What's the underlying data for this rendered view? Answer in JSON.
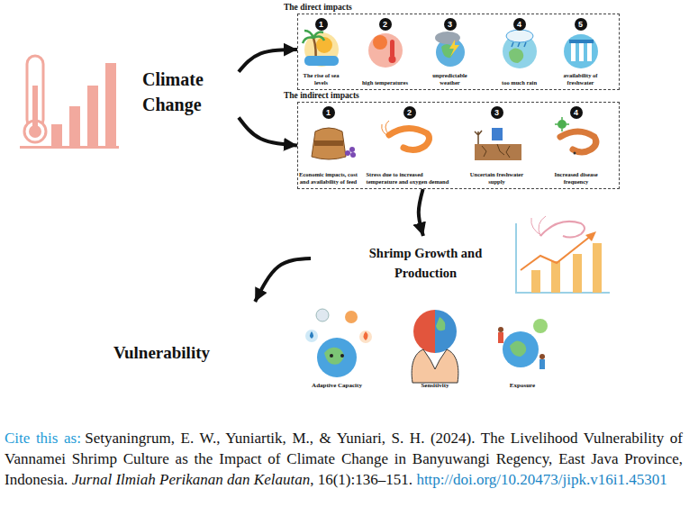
{
  "diagram": {
    "nodes": [
      {
        "text": [
          "Climate Change"
        ]
      },
      {
        "text": [
          "The direct impacts"
        ]
      },
      {
        "text": [
          "1",
          "The rise of sea levels"
        ],
        "in": 1
      },
      {
        "text": [
          "2",
          "high temperatures"
        ],
        "in": 1
      },
      {
        "text": [
          "3",
          "unpredictable weather"
        ],
        "in": 1
      },
      {
        "text": [
          "4",
          "too much rain"
        ],
        "in": 1
      },
      {
        "text": [
          "5",
          "availability of freshwater"
        ],
        "in": 1
      },
      {
        "text": [
          "The indirect impacts"
        ]
      },
      {
        "text": [
          "1",
          "Economic impacts, cost and availability of feed"
        ],
        "in": 7
      },
      {
        "text": [
          "2",
          "Stress due to increased temperature and oxygen demand"
        ],
        "in": 7
      },
      {
        "text": [
          "3",
          "Uncertain freshwater supply"
        ],
        "in": 7
      },
      {
        "text": [
          "4",
          "Increased disease frequency"
        ],
        "in": 7
      },
      {
        "text": [
          "Shrimp Growth and Production"
        ]
      },
      {
        "text": [
          "Vulnerability"
        ]
      },
      {
        "text": [
          "Adaptive Capacity"
        ]
      },
      {
        "text": [
          "Sensitivity"
        ]
      },
      {
        "text": [
          "Exposure"
        ]
      }
    ],
    "edges": [
      {
        "from": 0,
        "to": 1,
        "arrow": "to"
      },
      {
        "from": 0,
        "to": 7,
        "arrow": "to"
      },
      {
        "from": 7,
        "to": 12,
        "arrow": "to"
      },
      {
        "from": 12,
        "to": 13,
        "arrow": "to"
      }
    ],
    "labels": [
      "Cite this as:",
      "Setyaningrum, E. W., Yuniartik, M., & Yuniari, S. H. (2024). The Livelihood Vulnerability of Vannamei Shrimp Culture as the Impact of Climate Change in Banyuwangi Regency, East Java Province, Indonesia.",
      "Jurnal Ilmiah Perikanan dan Kelautan",
      ", 16(1):136–151.",
      "http://doi.org/10.20473/jipk.v16i1.45301"
    ]
  }
}
